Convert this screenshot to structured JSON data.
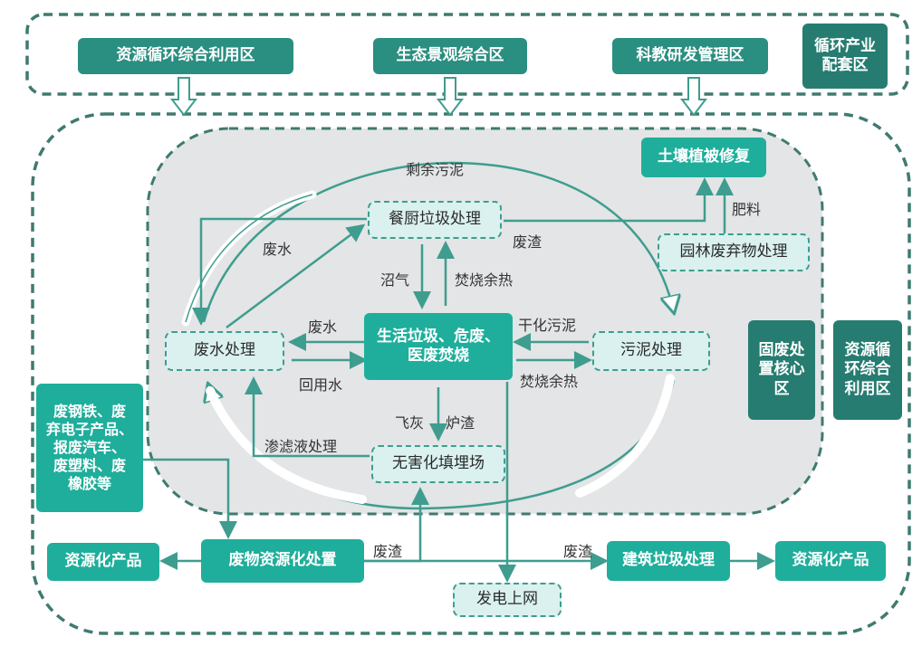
{
  "top_zones": {
    "resource_recycling": "资源循环综合利用区",
    "eco_landscape": "生态景观综合区",
    "science_education": "科教研发管理区",
    "circular_industry": "循环产业\n配套区"
  },
  "nodes": {
    "soil_repair": "土壤植被修复",
    "kitchen_waste": "餐厨垃圾处理",
    "garden_waste": "园林废弃物处理",
    "wastewater": "废水处理",
    "incineration": "生活垃圾、危废、\n医废焚烧",
    "sludge": "污泥处理",
    "landfill": "无害化填埋场",
    "solid_waste_core": "固废处\n置核心\n区",
    "resource_recycling_right": "资源循\n环综合\n利用区",
    "scrap_input": "废钢铁、废\n弃电子产品、\n报废汽车、\n废塑料、废\n橡胶等",
    "product_left": "资源化产品",
    "waste_resource": "废物资源化处置",
    "construction_waste": "建筑垃圾处理",
    "product_right": "资源化产品",
    "power_grid": "发电上网"
  },
  "labels": {
    "residual_sludge": "剩余污泥",
    "fertilizer": "肥料",
    "wastewater_top": "废水",
    "residue_kitchen": "废渣",
    "biogas": "沼气",
    "incineration_heat_up": "焚烧余热",
    "wastewater_mid": "废水",
    "dried_sludge": "干化污泥",
    "reclaimed_water": "回用水",
    "incineration_heat_right": "焚烧余热",
    "fly_ash": "飞灰",
    "slag": "炉渣",
    "leachate": "渗滤液处理",
    "residue_bottom_left": "废渣",
    "residue_bottom_right": "废渣"
  }
}
